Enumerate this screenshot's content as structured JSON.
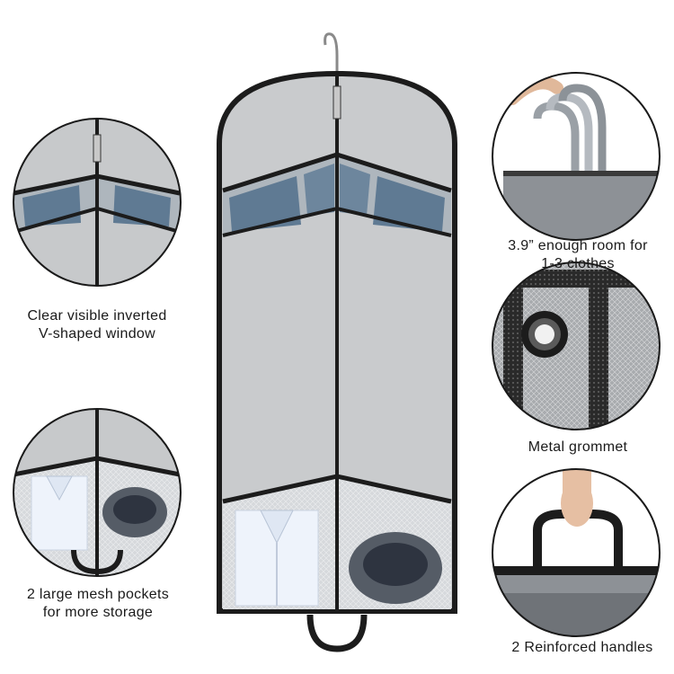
{
  "features": {
    "window": {
      "lines": [
        "Clear visible inverted",
        "V-shaped window"
      ]
    },
    "pockets": {
      "lines": [
        "2 large mesh pockets",
        "for more storage"
      ]
    },
    "hanger_room": {
      "lines": [
        "3.9” enough room for",
        "1-3 clothes"
      ]
    },
    "grommet": {
      "lines": [
        "Metal grommet"
      ]
    },
    "handles": {
      "lines": [
        "2 Reinforced handles"
      ]
    }
  },
  "colors": {
    "bag_fabric": "#c9cbcd",
    "bag_trim": "#1c1c1c",
    "window_suit": "#5f7a93",
    "circle_border": "#1a1a1a"
  },
  "icons": {
    "hanger": "hanger-icon",
    "grommet": "grommet-icon"
  }
}
